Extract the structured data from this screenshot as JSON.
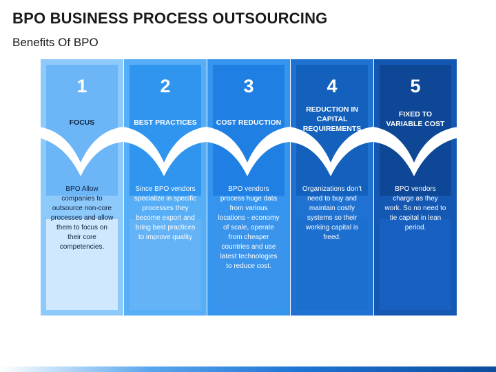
{
  "header": {
    "title": "BPO BUSINESS PROCESS OUTSOURCING",
    "subtitle": "Benefits Of BPO"
  },
  "columns": [
    {
      "number": "1",
      "label": "FOCUS",
      "text": "BPO Allow companies to outsource non-core processes and allow them to focus on their core competencies.",
      "colors": {
        "outer": "#8ec9fb",
        "top": "#6cb6f7",
        "bottom": "#cfe8fd",
        "label": "#0e2240",
        "text": "#0e2240"
      }
    },
    {
      "number": "2",
      "label": "BEST PRACTICES",
      "text": "Since BPO vendors specialize in specific processes they become export and bring best practices to improve quality",
      "colors": {
        "outer": "#56aef6",
        "top": "#2f95ee",
        "bottom": "#63b3f6",
        "label": "#ffffff",
        "text": "#ffffff"
      }
    },
    {
      "number": "3",
      "label": "COST REDUCTION",
      "text": "BPO vendors process huge data from various locations - economy of scale, operate from cheaper countries and use latest technologies to reduce cost.",
      "colors": {
        "outer": "#3595ee",
        "top": "#1f7fe3",
        "bottom": "#3a94ec",
        "label": "#ffffff",
        "text": "#ffffff"
      }
    },
    {
      "number": "4",
      "label": "REDUCTION IN CAPITAL REQUIREMENTS",
      "text": "Organizations don’t need to buy and maintain costly systems so their working capital is freed.",
      "colors": {
        "outer": "#1f72d2",
        "top": "#1460bd",
        "bottom": "#1d6fcf",
        "label": "#ffffff",
        "text": "#ffffff"
      }
    },
    {
      "number": "5",
      "label": "FIXED TO VARIABLE COST",
      "text": "BPO vendors charge as they work. So no need to tie capital in lean period.",
      "colors": {
        "outer": "#1558b4",
        "top": "#0d4796",
        "bottom": "#1760c0",
        "label": "#ffffff",
        "text": "#ffffff"
      }
    }
  ]
}
